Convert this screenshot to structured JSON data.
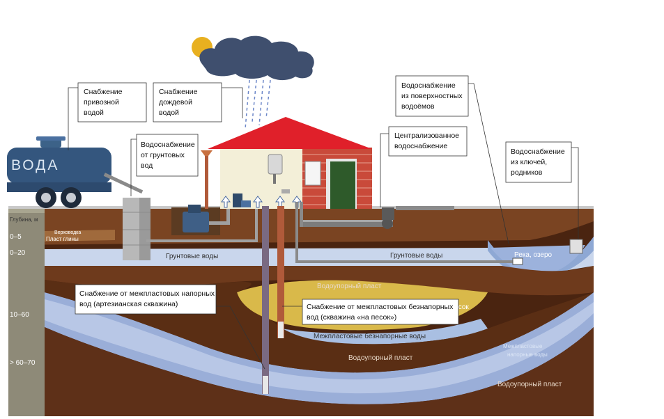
{
  "colors": {
    "earth_dark": "#4a2410",
    "earth_mid": "#6e3a1c",
    "earth_surface": "#8a5330",
    "water": "#c9d6ec",
    "water_deep": "#7d95c8",
    "sand": "#d9b94a",
    "roof": "#e0202a",
    "truck": "#34567e",
    "depth_column": "#8e8a78",
    "cloud": "#3f4f6e"
  },
  "truck": {
    "label": "ВОДА"
  },
  "depth_scale": {
    "title": "Глубина, м",
    "ticks": [
      "0–5",
      "0–20",
      "10–60",
      "> 60–70"
    ]
  },
  "layers": {
    "loam": "Верховодка",
    "clay": "Пласт глины",
    "ground_water_left": "Грунтовые воды",
    "ground_water_right": "Грунтовые воды",
    "impermeable_top": "Водоупорный пласт",
    "sand": "Песок",
    "interstratal_free": "Межпластовые безнапорные воды",
    "impermeable_mid": "Водоупорный пласт",
    "interstratal_pressure": "Межпластовые напорные воды",
    "impermeable_bottom": "Водоупорный пласт",
    "river": "Река, озеро"
  },
  "callouts": {
    "delivered": [
      "Снабжение",
      "привозной",
      "водой"
    ],
    "rain": [
      "Снабжение",
      "дождевой",
      "водой"
    ],
    "ground": [
      "Водоснабжение",
      "от грунтовых",
      "вод"
    ],
    "central": [
      "Централизованное",
      "водоснабжение"
    ],
    "surface": [
      "Водоснабжение",
      "из поверхностных",
      "водоёмов"
    ],
    "springs": [
      "Водоснабжение",
      "из ключей,",
      "родников"
    ],
    "artesian": [
      "Снабжение от межпластовых напорных",
      "вод (артезианская скважина)"
    ],
    "sand_well": [
      "Снабжение от межпластовых безнапорных",
      "вод (скважина «на песок»)"
    ]
  }
}
